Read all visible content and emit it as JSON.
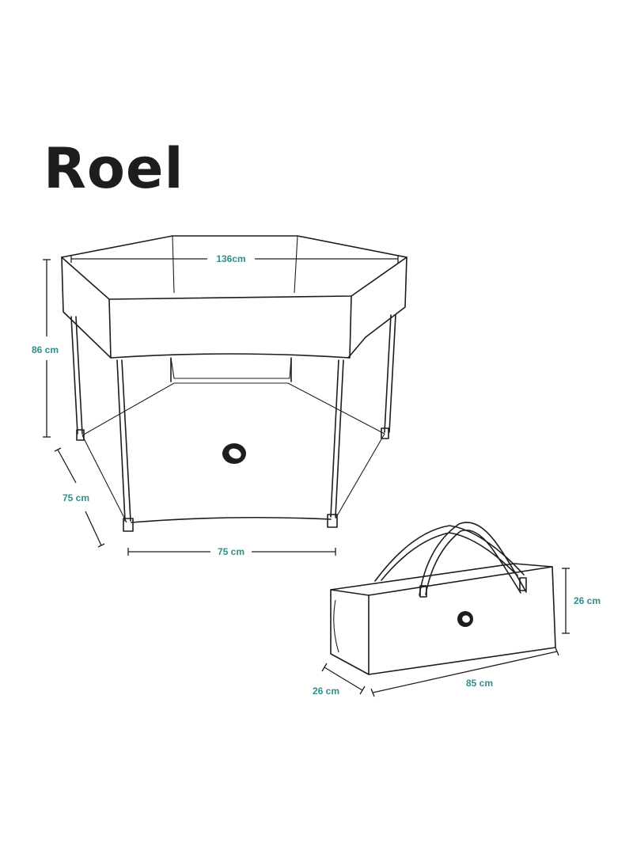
{
  "title": "Roel",
  "playpen": {
    "width_top": "136cm",
    "height": "86 cm",
    "side_depth": "75 cm",
    "side_width": "75 cm"
  },
  "bag": {
    "height": "26 cm",
    "depth": "26 cm",
    "length": "85 cm"
  },
  "colors": {
    "text": "#1d1d1b",
    "dimension_label": "#2f8f8a"
  }
}
